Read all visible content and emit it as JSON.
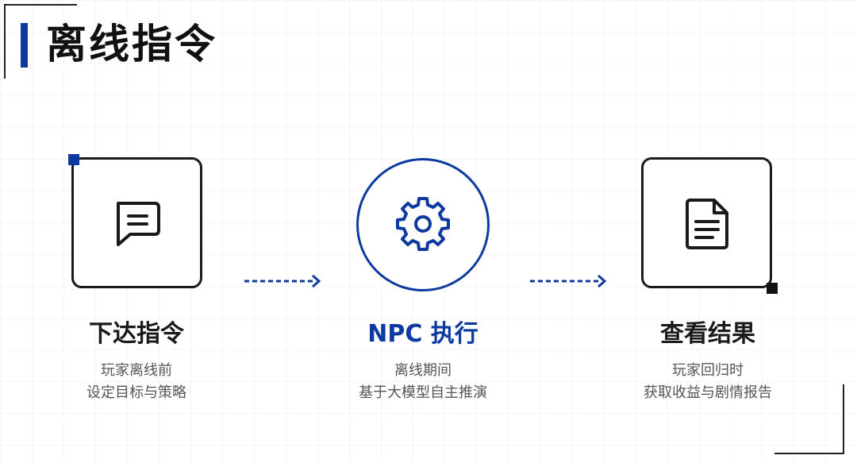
{
  "header": {
    "title": "离线指令"
  },
  "colors": {
    "accent": "#0c3aa0",
    "dark": "#1a1a1a",
    "muted": "#555555"
  },
  "steps": [
    {
      "title": "下达指令",
      "icon": "chat-icon",
      "desc": [
        "玩家离线前",
        "设定目标与策略"
      ]
    },
    {
      "title": "NPC 执行",
      "icon": "gear-icon",
      "desc": [
        "离线期间",
        "基于大模型自主推演"
      ]
    },
    {
      "title": "查看结果",
      "icon": "document-icon",
      "desc": [
        "玩家回归时",
        "获取收益与剧情报告"
      ]
    }
  ]
}
